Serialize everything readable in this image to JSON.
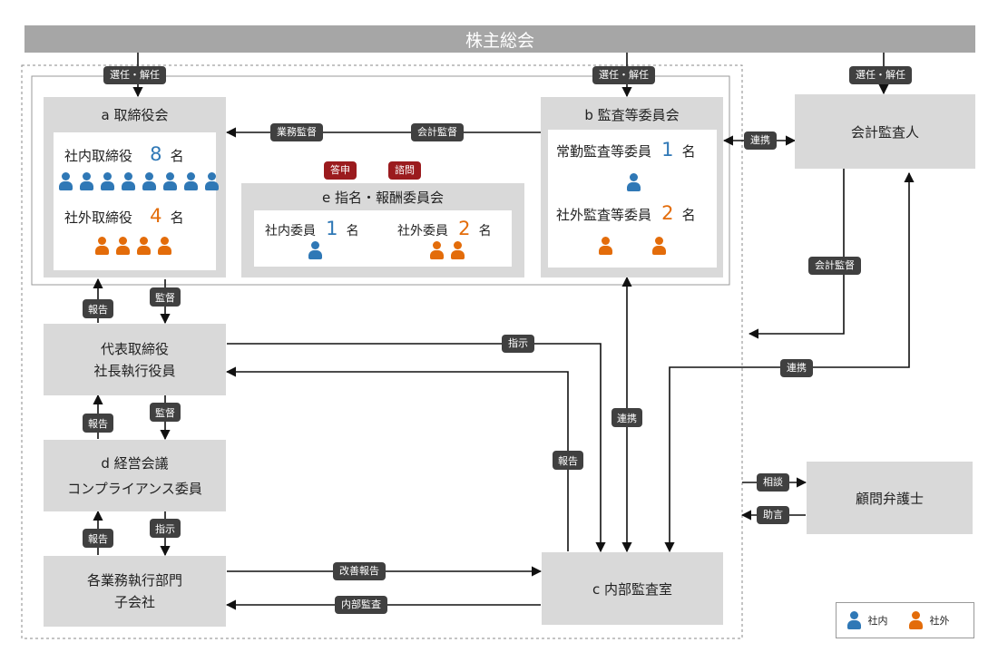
{
  "header": {
    "title": "株主総会"
  },
  "appoint_tags": {
    "board": "選任・解任",
    "audit": "選任・解任",
    "accountant": "選任・解任"
  },
  "board": {
    "title": "a 取締役会",
    "inside_label": "社内取締役",
    "inside_count": "8",
    "unit": "名",
    "outside_label": "社外取締役",
    "outside_count": "4"
  },
  "audit_committee": {
    "title": "b 監査等委員会",
    "fulltime_label": "常勤監査等委員",
    "fulltime_count": "1",
    "outside_label": "社外監査等委員",
    "outside_count": "2",
    "unit": "名"
  },
  "nomination_committee": {
    "title": "e 指名・報酬委員会",
    "inside_label": "社内委員",
    "inside_count": "1",
    "outside_label": "社外委員",
    "outside_count": "2",
    "unit": "名"
  },
  "red_tags": {
    "report": "答申",
    "consult": "諮問"
  },
  "accountant": {
    "title": "会計監査人"
  },
  "ceo": {
    "line1": "代表取締役",
    "line2": "社長執行役員"
  },
  "management_meeting": {
    "line1": "d 経営会議",
    "line2": "コンプライアンス委員"
  },
  "divisions": {
    "line1": "各業務執行部門",
    "line2": "子会社"
  },
  "internal_audit": {
    "title": "c 内部監査室"
  },
  "lawyer": {
    "title": "顧問弁護士"
  },
  "arrows": {
    "business_audit": "業務監督",
    "accounting_audit_1": "会計監督",
    "accounting_audit_2": "会計監督",
    "cooperation_accountant": "連携",
    "cooperation_internal": "連携",
    "cooperation_audit": "連携",
    "report_board": "報告",
    "supervise_board": "監督",
    "report_ceo": "報告",
    "supervise_ceo": "監督",
    "report_meeting": "報告",
    "instruct_meeting": "指示",
    "instruct_ceo": "指示",
    "report_internal": "報告",
    "improvement_report": "改善報告",
    "internal_audit_arrow": "内部監査",
    "consult": "相談",
    "advice": "助言"
  },
  "legend": {
    "inside": "社内",
    "outside": "社外"
  },
  "colors": {
    "inside": "#2f78b6",
    "outside": "#e36c0a",
    "box": "#d9d9d9",
    "tag": "#404040",
    "red_tag": "#9b1b1e"
  }
}
